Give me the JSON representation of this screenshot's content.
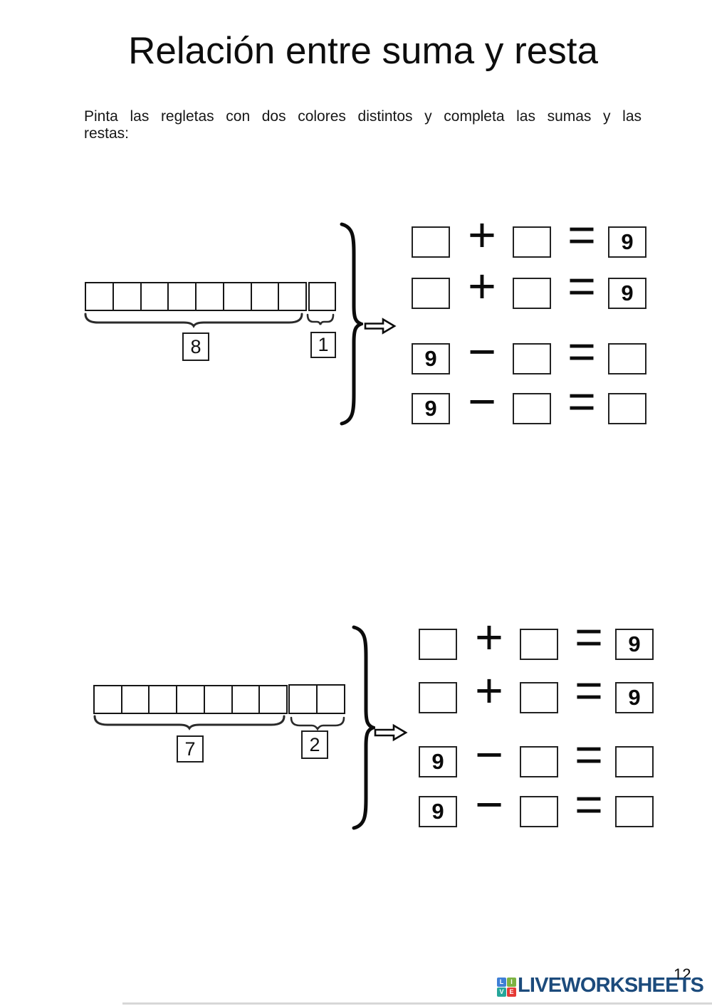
{
  "page": {
    "title": "Relación entre suma y resta",
    "instructions_line1": "Pinta las regletas con dos colores distintos y completa las sumas y las",
    "instructions_line2": "restas:",
    "page_number": "12"
  },
  "footer": {
    "brand": "LIVEWORKSHEETS",
    "brand_color": "#1c4b7c",
    "icon_letters": [
      {
        "ch": "L",
        "color": "#3f7fd6"
      },
      {
        "ch": "I",
        "color": "#7cb342"
      },
      {
        "ch": "V",
        "color": "#26a69a"
      },
      {
        "ch": "E",
        "color": "#e53935"
      }
    ]
  },
  "blocks": [
    {
      "rod": {
        "total_cells": 9,
        "group1": {
          "cells": 8,
          "label": "8"
        },
        "group2": {
          "cells": 1,
          "label": "1"
        }
      },
      "equations": [
        {
          "a": "",
          "op": "+",
          "b": "",
          "eq": "=",
          "c": "9"
        },
        {
          "a": "",
          "op": "+",
          "b": "",
          "eq": "=",
          "c": "9"
        },
        {
          "a": "9",
          "op": "−",
          "b": "",
          "eq": "=",
          "c": ""
        },
        {
          "a": "9",
          "op": "−",
          "b": "",
          "eq": "=",
          "c": ""
        }
      ]
    },
    {
      "rod": {
        "total_cells": 9,
        "group1": {
          "cells": 7,
          "label": "7"
        },
        "group2": {
          "cells": 2,
          "label": "2"
        }
      },
      "equations": [
        {
          "a": "",
          "op": "+",
          "b": "",
          "eq": "=",
          "c": "9"
        },
        {
          "a": "",
          "op": "+",
          "b": "",
          "eq": "=",
          "c": "9"
        },
        {
          "a": "9",
          "op": "−",
          "b": "",
          "eq": "=",
          "c": ""
        },
        {
          "a": "9",
          "op": "−",
          "b": "",
          "eq": "=",
          "c": ""
        }
      ]
    }
  ]
}
